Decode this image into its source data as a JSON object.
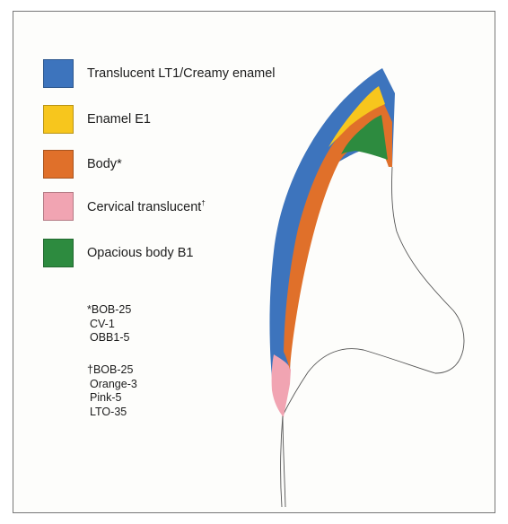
{
  "legend": [
    {
      "label": "Translucent LT1/Creamy enamel",
      "color": "#3d74bd",
      "marker": ""
    },
    {
      "label": "Enamel E1",
      "color": "#f7c61d",
      "marker": ""
    },
    {
      "label": "Body",
      "color": "#e0702a",
      "marker": "*"
    },
    {
      "label": "Cervical translucent",
      "color": "#f1a4b2",
      "marker": "†"
    },
    {
      "label": "Opacious body B1",
      "color": "#2d8b3f",
      "marker": ""
    }
  ],
  "notes": {
    "body": [
      "*BOB-25",
      "CV-1",
      "OBB1-5"
    ],
    "cervical": [
      "†BOB-25",
      "Orange-3",
      "Pink-5",
      "LTO-35"
    ]
  },
  "colors": {
    "outline": "#555555"
  }
}
